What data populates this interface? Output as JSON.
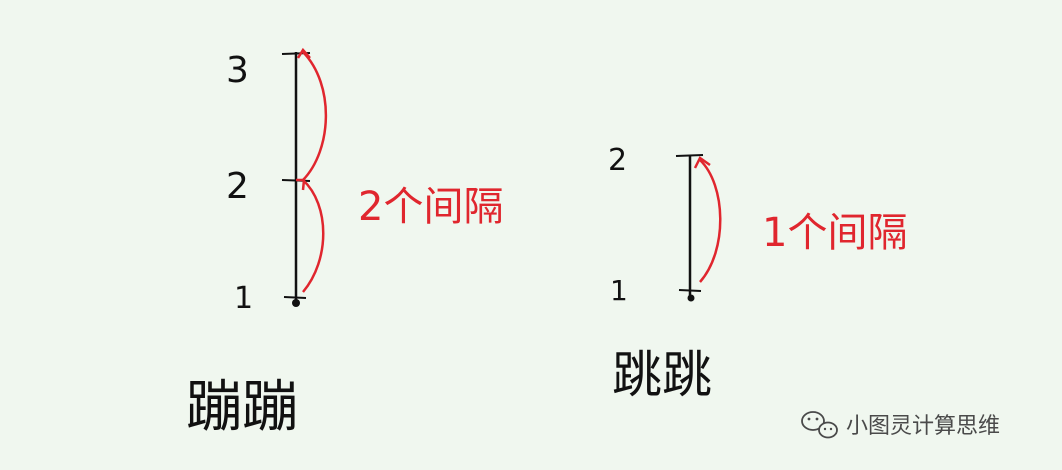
{
  "left": {
    "ticks": [
      "3",
      "2",
      "1"
    ],
    "interval_label": "2个间隔",
    "caption": "蹦蹦"
  },
  "right": {
    "ticks": [
      "2",
      "1"
    ],
    "interval_label": "1个间隔",
    "caption": "跳跳"
  },
  "watermark": {
    "icon": "wechat-icon",
    "text": "小图灵计算思维"
  },
  "colors": {
    "background": "#f0f7ef",
    "ink": "#111111",
    "annotation": "#e0262e"
  }
}
